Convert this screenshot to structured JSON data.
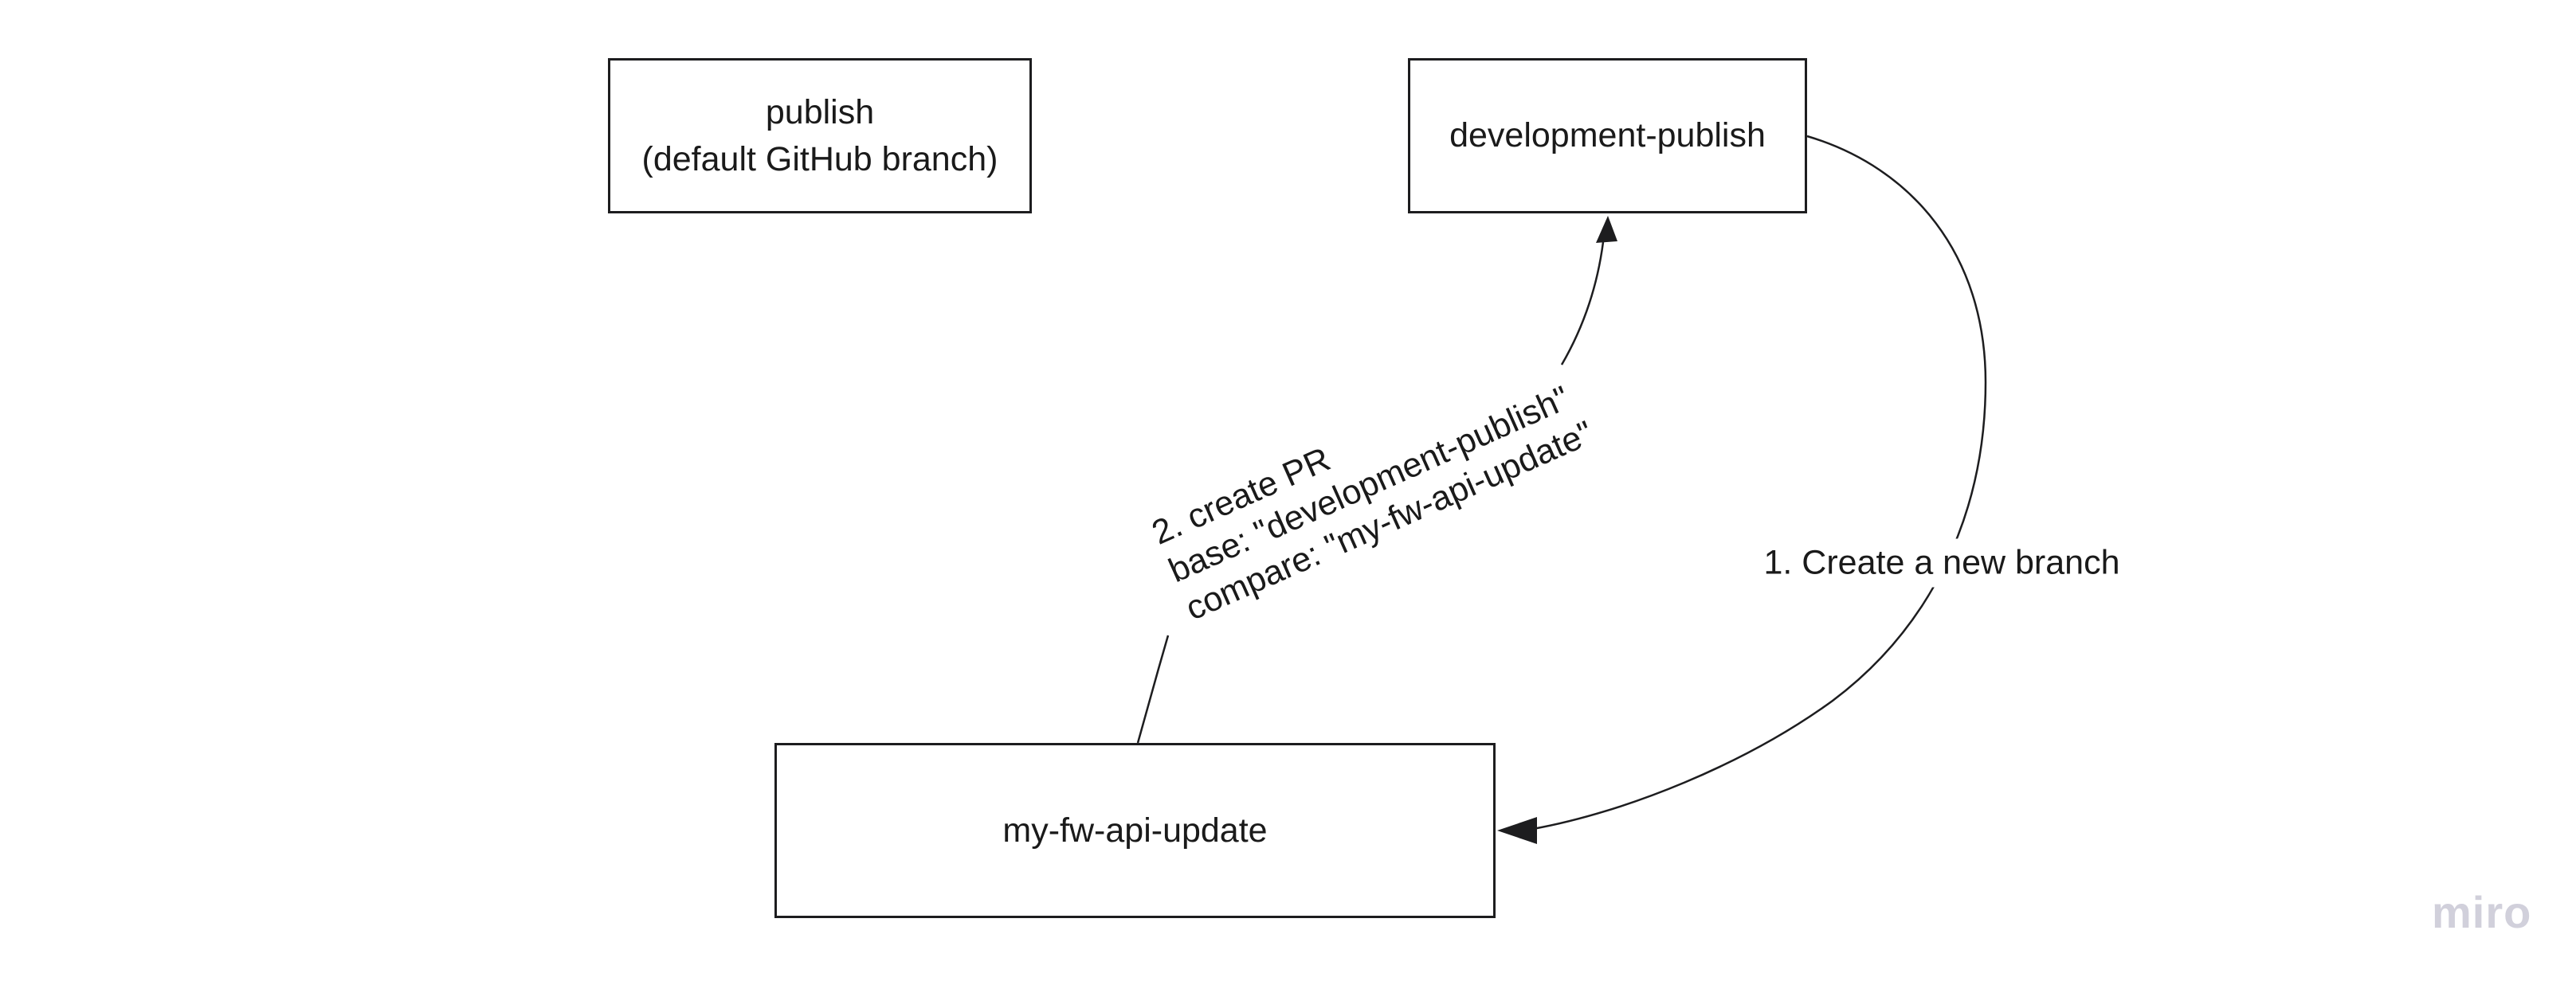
{
  "board": {
    "background": "#ffffff",
    "stroke_color": "#1d1d1f",
    "text_color": "#1a1a1a"
  },
  "nodes": {
    "publish": {
      "line1": "publish",
      "line2": "(default GitHub branch)"
    },
    "development_publish": {
      "label": "development-publish"
    },
    "my_fw_api_update": {
      "label": "my-fw-api-update"
    }
  },
  "connectors": {
    "create_branch": {
      "label": "1. Create a new branch"
    },
    "create_pr": {
      "line1": "2. create PR",
      "line2": "base: \"development-publish\"",
      "line3": "compare: \"my-fw-api-update\""
    }
  },
  "watermark": {
    "label": "miro",
    "color": "#d1d0db"
  }
}
